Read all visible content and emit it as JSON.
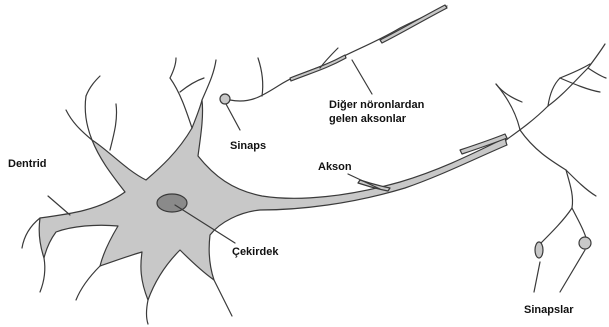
{
  "labels": {
    "dendrite": "Dentrid",
    "synapse": "Sinaps",
    "other_axons_line1": "Diğer nöronlardan",
    "other_axons_line2": "gelen aksonlar",
    "axon": "Akson",
    "nucleus": "Çekirdek",
    "synapses": "Sinapslar"
  },
  "colors": {
    "fill": "#c8c8c8",
    "nucleus_fill": "#8a8a8a",
    "stroke": "#3a3a3a"
  }
}
